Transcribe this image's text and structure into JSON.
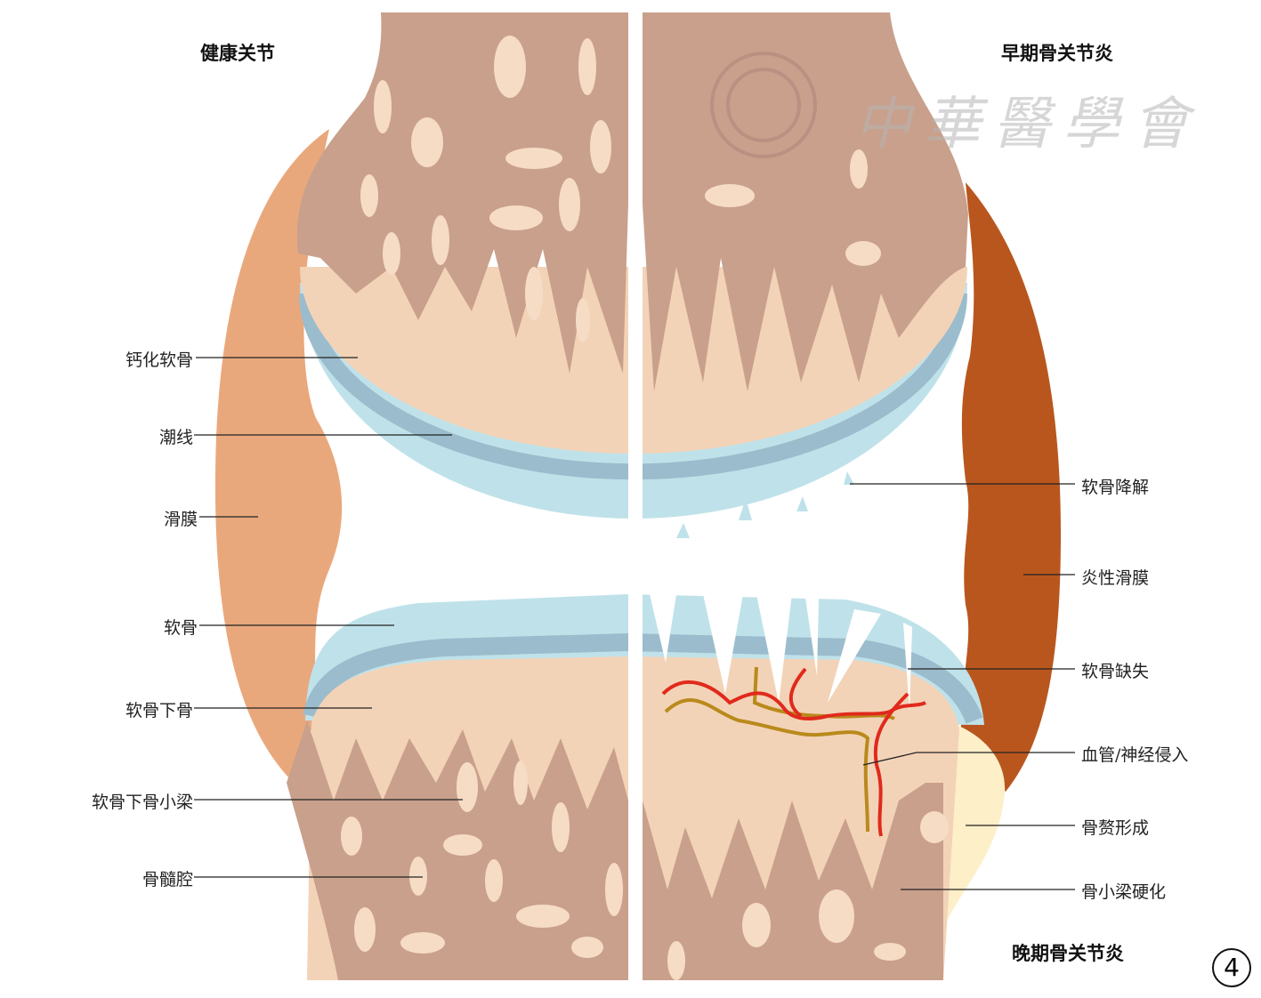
{
  "titles": {
    "healthy": "健康关节",
    "early": "早期骨关节炎",
    "late": "晚期骨关节炎"
  },
  "watermark": "中華醫學會",
  "figure_number": "4",
  "left_labels": [
    "钙化软骨",
    "潮线",
    "滑膜",
    "软骨",
    "软骨下骨",
    "软骨下骨小梁",
    "骨髓腔"
  ],
  "right_labels": [
    "软骨降解",
    "炎性滑膜",
    "软骨缺失",
    "血管/神经侵入",
    "骨赘形成",
    "骨小梁硬化"
  ],
  "colors": {
    "bone": "#c9a08c",
    "marrow": "#f6dcc5",
    "cartilage": "#bfe2ea",
    "tideline": "#9bbccc",
    "subchondral": "#f3d3b7",
    "synovium": "#e9a87c",
    "inflamed_synovium": "#b9561e",
    "osteophyte": "#fdefc8",
    "vessel": "#e02a1c",
    "nerve": "#b98a1c"
  }
}
